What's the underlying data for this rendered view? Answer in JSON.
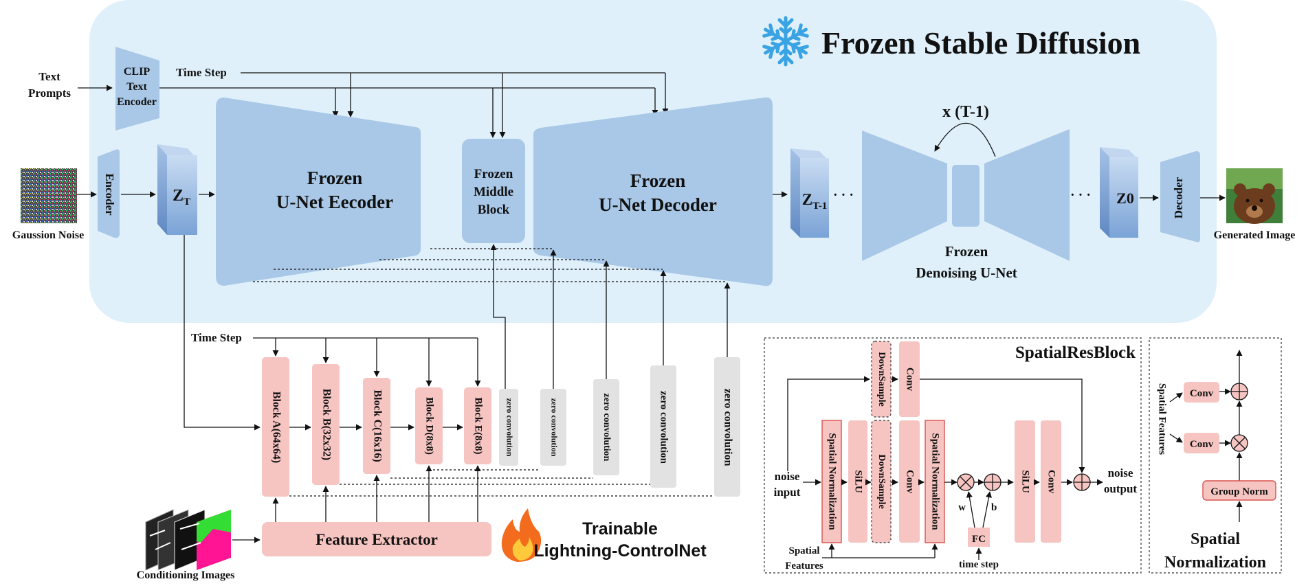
{
  "frozen_title": "Frozen Stable Diffusion",
  "text_prompts": [
    "Text",
    "Prompts"
  ],
  "clip_encoder": [
    "CLIP",
    "Text",
    "Encoder"
  ],
  "time_step": "Time Step",
  "gaussian_noise": "Gaussion Noise",
  "encoder": "Encoder",
  "decoder": "Decoder",
  "zt": "Z",
  "zt_sub": "T",
  "zt1": "Z",
  "zt1_sub": "T-1",
  "z0": "Z0",
  "unet_encoder": [
    "Frozen",
    "U-Net Eecoder"
  ],
  "middle_block": [
    "Frozen",
    "Middle",
    "Block"
  ],
  "unet_decoder": [
    "Frozen",
    "U-Net Decoder"
  ],
  "loop_label": "x (T-1)",
  "denoising_unet": [
    "Frozen",
    "Denoising U-Net"
  ],
  "generated_image": "Generated Image",
  "control_time_step": "Time Step",
  "blocks": [
    "Block A(64x64)",
    "Block B(32x32)",
    "Block C(16x16)",
    "Block D(8x8)",
    "Block E(8x8)"
  ],
  "zero_convolution": "zero convolution",
  "feature_extractor": "Feature Extractor",
  "conditioning_images": "Conditioning Images",
  "trainable_label": [
    "Trainable",
    "Lightning-ControlNet"
  ],
  "spatial_res_block": {
    "title": "SpatialResBlock",
    "noise_input": [
      "noise",
      "input"
    ],
    "noise_output": [
      "noise",
      "output"
    ],
    "spatial_normalization": "Spatial Normalization",
    "silu": "SiLU",
    "downsample": "DownSample",
    "conv": "Conv",
    "fc": "FC",
    "w": "w",
    "b": "b",
    "time_step": "time step",
    "spatial_features": [
      "Spatial",
      "Features"
    ]
  },
  "spatial_norm_panel": {
    "spatial_features": "Spatial Features",
    "conv": "Conv",
    "group_norm": "Group Norm",
    "title": [
      "Spatial",
      "Normalization"
    ]
  },
  "colors": {
    "frozen_bg": "#dff0fa",
    "frozen_blocks": "#a9c8e7",
    "trainable_blocks": "#f6c5c2",
    "zero_conv": "#e2e2e2",
    "snowflake": "#3aa3e3",
    "flame": "#f36b1c"
  },
  "icons": [
    "snowflake-icon",
    "flame-icon",
    "gaussian-noise-image",
    "bear-image",
    "conditioning-image-stack"
  ]
}
